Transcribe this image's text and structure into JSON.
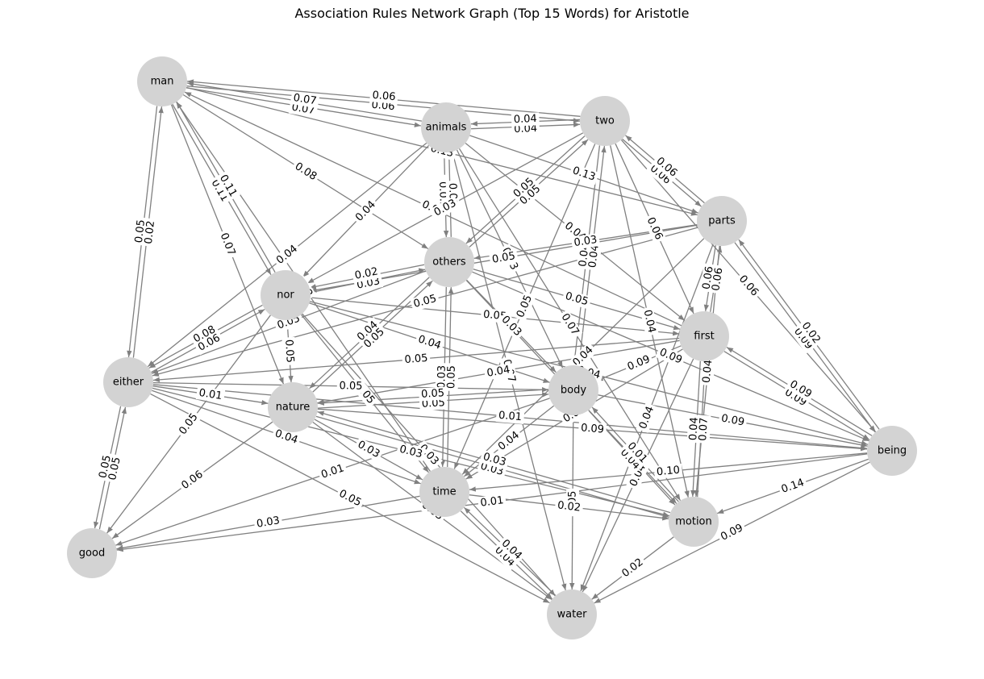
{
  "title": "Association Rules Network Graph (Top 15 Words) for Aristotle",
  "colors": {
    "node": "#d3d3d3",
    "edge": "#808080",
    "label_bg": "#ffffff"
  },
  "nodes": [
    "man",
    "animals",
    "two",
    "parts",
    "others",
    "nor",
    "first",
    "either",
    "nature",
    "body",
    "being",
    "time",
    "motion",
    "good",
    "water"
  ],
  "edges": [
    {
      "source": "man",
      "target": "two",
      "label": "0.06"
    },
    {
      "source": "two",
      "target": "man",
      "label": "0.06"
    },
    {
      "source": "man",
      "target": "animals",
      "label": "0.07"
    },
    {
      "source": "animals",
      "target": "man",
      "label": "0.07"
    },
    {
      "source": "animals",
      "target": "two",
      "label": "0.04"
    },
    {
      "source": "two",
      "target": "animals",
      "label": "0.04"
    },
    {
      "source": "man",
      "target": "others",
      "label": "0.08"
    },
    {
      "source": "man",
      "target": "nor",
      "label": "0.11"
    },
    {
      "source": "nor",
      "target": "man",
      "label": "0.11"
    },
    {
      "source": "man",
      "target": "nature",
      "label": "0.07"
    },
    {
      "source": "man",
      "target": "either",
      "label": "0.05"
    },
    {
      "source": "either",
      "target": "man",
      "label": "0.02"
    },
    {
      "source": "man",
      "target": "parts",
      "label": "0.13"
    },
    {
      "source": "first",
      "target": "man",
      "label": "0.05"
    },
    {
      "source": "time",
      "target": "man",
      "label": "0.02"
    },
    {
      "source": "two",
      "target": "parts",
      "label": "0.06"
    },
    {
      "source": "parts",
      "target": "two",
      "label": "0.06"
    },
    {
      "source": "animals",
      "target": "others",
      "label": "0.0..."
    },
    {
      "source": "others",
      "target": "animals",
      "label": "0.03"
    },
    {
      "source": "animals",
      "target": "parts",
      "label": "0.13"
    },
    {
      "source": "animals",
      "target": "nor",
      "label": "0.04"
    },
    {
      "source": "animals",
      "target": "either",
      "label": "0.04"
    },
    {
      "source": "animals",
      "target": "first",
      "label": "0.04"
    },
    {
      "source": "animals",
      "target": "body",
      "label": "0.03"
    },
    {
      "source": "animals",
      "target": "motion",
      "label": "0.07"
    },
    {
      "source": "animals",
      "target": "water",
      "label": "0.07"
    },
    {
      "source": "two",
      "target": "others",
      "label": "0.05"
    },
    {
      "source": "others",
      "target": "two",
      "label": "0.05"
    },
    {
      "source": "two",
      "target": "nor",
      "label": "0.03"
    },
    {
      "source": "two",
      "target": "first",
      "label": "0.06"
    },
    {
      "source": "two",
      "target": "body",
      "label": "0.04"
    },
    {
      "source": "body",
      "target": "two",
      "label": "0.04"
    },
    {
      "source": "two",
      "target": "motion",
      "label": "0.04"
    },
    {
      "source": "two",
      "target": "being",
      "label": "0.06"
    },
    {
      "source": "two",
      "target": "time",
      "label": "0.05"
    },
    {
      "source": "parts",
      "target": "first",
      "label": "0.06"
    },
    {
      "source": "first",
      "target": "parts",
      "label": "0.06"
    },
    {
      "source": "parts",
      "target": "being",
      "label": "0.09"
    },
    {
      "source": "being",
      "target": "parts",
      "label": "0.02"
    },
    {
      "source": "parts",
      "target": "others",
      "label": "0.03"
    },
    {
      "source": "parts",
      "target": "nor",
      "label": "0.05"
    },
    {
      "source": "parts",
      "target": "either",
      "label": "0.05"
    },
    {
      "source": "parts",
      "target": "motion",
      "label": "0.04"
    },
    {
      "source": "parts",
      "target": "time",
      "label": "0.04"
    },
    {
      "source": "parts",
      "target": "water",
      "label": "0.04"
    },
    {
      "source": "nor",
      "target": "others",
      "label": "0.03"
    },
    {
      "source": "others",
      "target": "nor",
      "label": "0.02"
    },
    {
      "source": "nor",
      "target": "either",
      "label": "0.08"
    },
    {
      "source": "either",
      "target": "nor",
      "label": "0.06"
    },
    {
      "source": "nor",
      "target": "nature",
      "label": "0.05"
    },
    {
      "source": "nor",
      "target": "body",
      "label": "0.04"
    },
    {
      "source": "nor",
      "target": "first",
      "label": "0.05"
    },
    {
      "source": "nor",
      "target": "time",
      "label": "0.05"
    },
    {
      "source": "nor",
      "target": "water",
      "label": "0.03"
    },
    {
      "source": "nor",
      "target": "being",
      "label": "0.04"
    },
    {
      "source": "nor",
      "target": "good",
      "label": "0.05"
    },
    {
      "source": "others",
      "target": "either",
      "label": "0.05"
    },
    {
      "source": "others",
      "target": "nature",
      "label": "0.04"
    },
    {
      "source": "nature",
      "target": "others",
      "label": "0.05"
    },
    {
      "source": "others",
      "target": "body",
      "label": "0.03"
    },
    {
      "source": "others",
      "target": "time",
      "label": "0.03"
    },
    {
      "source": "time",
      "target": "others",
      "label": "0.05"
    },
    {
      "source": "others",
      "target": "first",
      "label": "0.05"
    },
    {
      "source": "others",
      "target": "being",
      "label": "0.09"
    },
    {
      "source": "others",
      "target": "motion",
      "label": "0.03"
    },
    {
      "source": "first",
      "target": "either",
      "label": "0.05"
    },
    {
      "source": "first",
      "target": "nature",
      "label": "0.04"
    },
    {
      "source": "first",
      "target": "motion",
      "label": "0.04"
    },
    {
      "source": "motion",
      "target": "first",
      "label": "0.07"
    },
    {
      "source": "first",
      "target": "being",
      "label": "0.09"
    },
    {
      "source": "being",
      "target": "first",
      "label": "0.09"
    },
    {
      "source": "first",
      "target": "water",
      "label": "0.04"
    },
    {
      "source": "first",
      "target": "body",
      "label": "0.09"
    },
    {
      "source": "first",
      "target": "time",
      "label": "0.04"
    },
    {
      "source": "either",
      "target": "nature",
      "label": "0.01"
    },
    {
      "source": "either",
      "target": "body",
      "label": "0.05"
    },
    {
      "source": "either",
      "target": "good",
      "label": "0.05"
    },
    {
      "source": "good",
      "target": "either",
      "label": "0.05"
    },
    {
      "source": "either",
      "target": "time",
      "label": "0.04"
    },
    {
      "source": "either",
      "target": "motion",
      "label": "0.03"
    },
    {
      "source": "either",
      "target": "water",
      "label": "0.05"
    },
    {
      "source": "either",
      "target": "being",
      "label": "0.01"
    },
    {
      "source": "nature",
      "target": "body",
      "label": "0.05"
    },
    {
      "source": "body",
      "target": "nature",
      "label": "0.05"
    },
    {
      "source": "nature",
      "target": "good",
      "label": "0.06"
    },
    {
      "source": "nature",
      "target": "time",
      "label": "0.03"
    },
    {
      "source": "nature",
      "target": "motion",
      "label": "0.03"
    },
    {
      "source": "nature",
      "target": "being",
      "label": "0.09"
    },
    {
      "source": "nature",
      "target": "water",
      "label": "0.03"
    },
    {
      "source": "body",
      "target": "being",
      "label": "0.09"
    },
    {
      "source": "body",
      "target": "time",
      "label": "0.04"
    },
    {
      "source": "body",
      "target": "motion",
      "label": "0.04"
    },
    {
      "source": "body",
      "target": "water",
      "label": "0.05"
    },
    {
      "source": "body",
      "target": "good",
      "label": "0.01"
    },
    {
      "source": "being",
      "target": "time",
      "label": "0.10"
    },
    {
      "source": "being",
      "target": "motion",
      "label": "0.14"
    },
    {
      "source": "being",
      "target": "water",
      "label": "0.09"
    },
    {
      "source": "being",
      "target": "good",
      "label": "0.01"
    },
    {
      "source": "time",
      "target": "motion",
      "label": "0.02"
    },
    {
      "source": "time",
      "target": "water",
      "label": "0.04"
    },
    {
      "source": "water",
      "target": "time",
      "label": "0.04"
    },
    {
      "source": "time",
      "target": "good",
      "label": "0.03"
    },
    {
      "source": "motion",
      "target": "water",
      "label": "0.02"
    },
    {
      "source": "motion",
      "target": "nature",
      "label": "0.03"
    },
    {
      "source": "motion",
      "target": "body",
      "label": "0.01"
    }
  ]
}
